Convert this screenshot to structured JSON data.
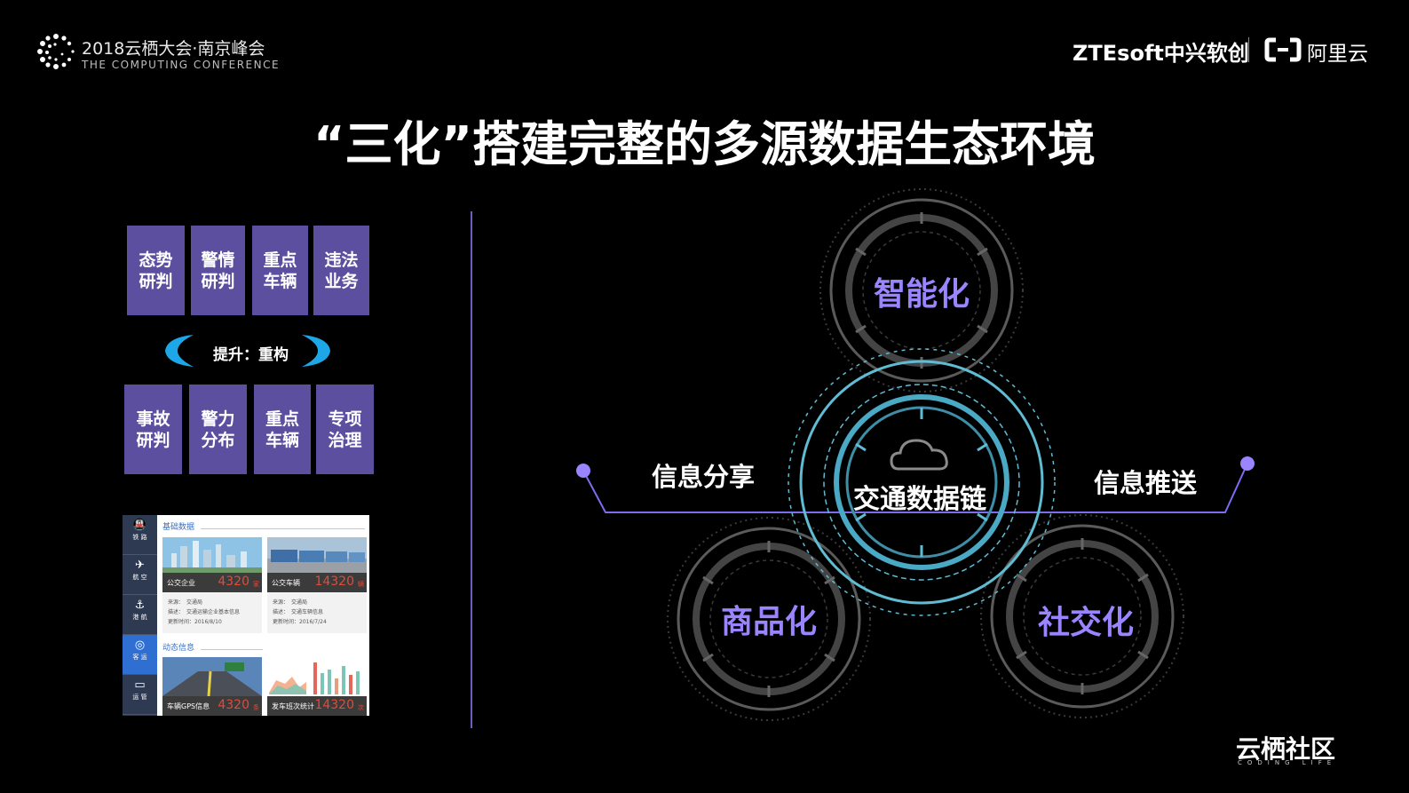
{
  "header": {
    "conference_title": "2018云栖大会·南京峰会",
    "conference_subtitle": "THE COMPUTING CONFERENCE",
    "partner_zte": "ZTEsoft中兴软创",
    "partner_aliyun": "阿里云",
    "logo_icon": "cloud-dots-logo-icon",
    "aliyun_icon": "aliyun-bracket-icon"
  },
  "title": "“三化”搭建完整的多源数据生态环境",
  "left": {
    "top_tiles": [
      {
        "line1": "态势",
        "line2": "研判"
      },
      {
        "line1": "警情",
        "line2": "研判"
      },
      {
        "line1": "重点",
        "line2": "车辆"
      },
      {
        "line1": "违法",
        "line2": "业务"
      }
    ],
    "upgrade_label": "提升：重构",
    "bottom_tiles": [
      {
        "line1": "事故",
        "line2": "研判"
      },
      {
        "line1": "警力",
        "line2": "分布"
      },
      {
        "line1": "重点",
        "line2": "车辆"
      },
      {
        "line1": "专项",
        "line2": "治理"
      }
    ],
    "tile_color": "#5d4fa0",
    "arrow_color": "#1ea7e8"
  },
  "dashboard": {
    "nav": [
      {
        "icon": "metro-icon",
        "glyph": "🚇",
        "label": "铁 路"
      },
      {
        "icon": "plane-icon",
        "glyph": "✈",
        "label": "航 空"
      },
      {
        "icon": "anchor-icon",
        "glyph": "⚓",
        "label": "港 航"
      },
      {
        "icon": "bus-icon",
        "glyph": "◎",
        "label": "客 运"
      },
      {
        "icon": "monitor-icon",
        "glyph": "▭",
        "label": "运 管"
      }
    ],
    "section1": "基础数据",
    "section2": "动态信息",
    "cards": [
      {
        "label": "公交企业",
        "value": "4320",
        "unit": "家",
        "meta": [
          "来源：　交通局",
          "描述：　交通运输企业基本信息",
          "更新时间：2016/8/10"
        ]
      },
      {
        "label": "公交车辆",
        "value": "14320",
        "unit": "辆",
        "meta": [
          "来源：　交通局",
          "描述：　交通车辆信息",
          "更新时间：2016/7/24"
        ]
      },
      {
        "label": "车辆GPS信息",
        "value": "4320",
        "unit": "条"
      },
      {
        "label": "发车班次统计",
        "value": "14320",
        "unit": "次"
      }
    ]
  },
  "diagram": {
    "top": "智能化",
    "center": "交通数据链",
    "left": "商品化",
    "right": "社交化",
    "share": "信息分享",
    "push": "信息推送",
    "cloud_icon": "cloud-icon",
    "accent": "#9b84ff",
    "ring_color": "#5fbcd3"
  },
  "footer": {
    "brand": "云栖社区",
    "sub": "CODING LIFE"
  }
}
